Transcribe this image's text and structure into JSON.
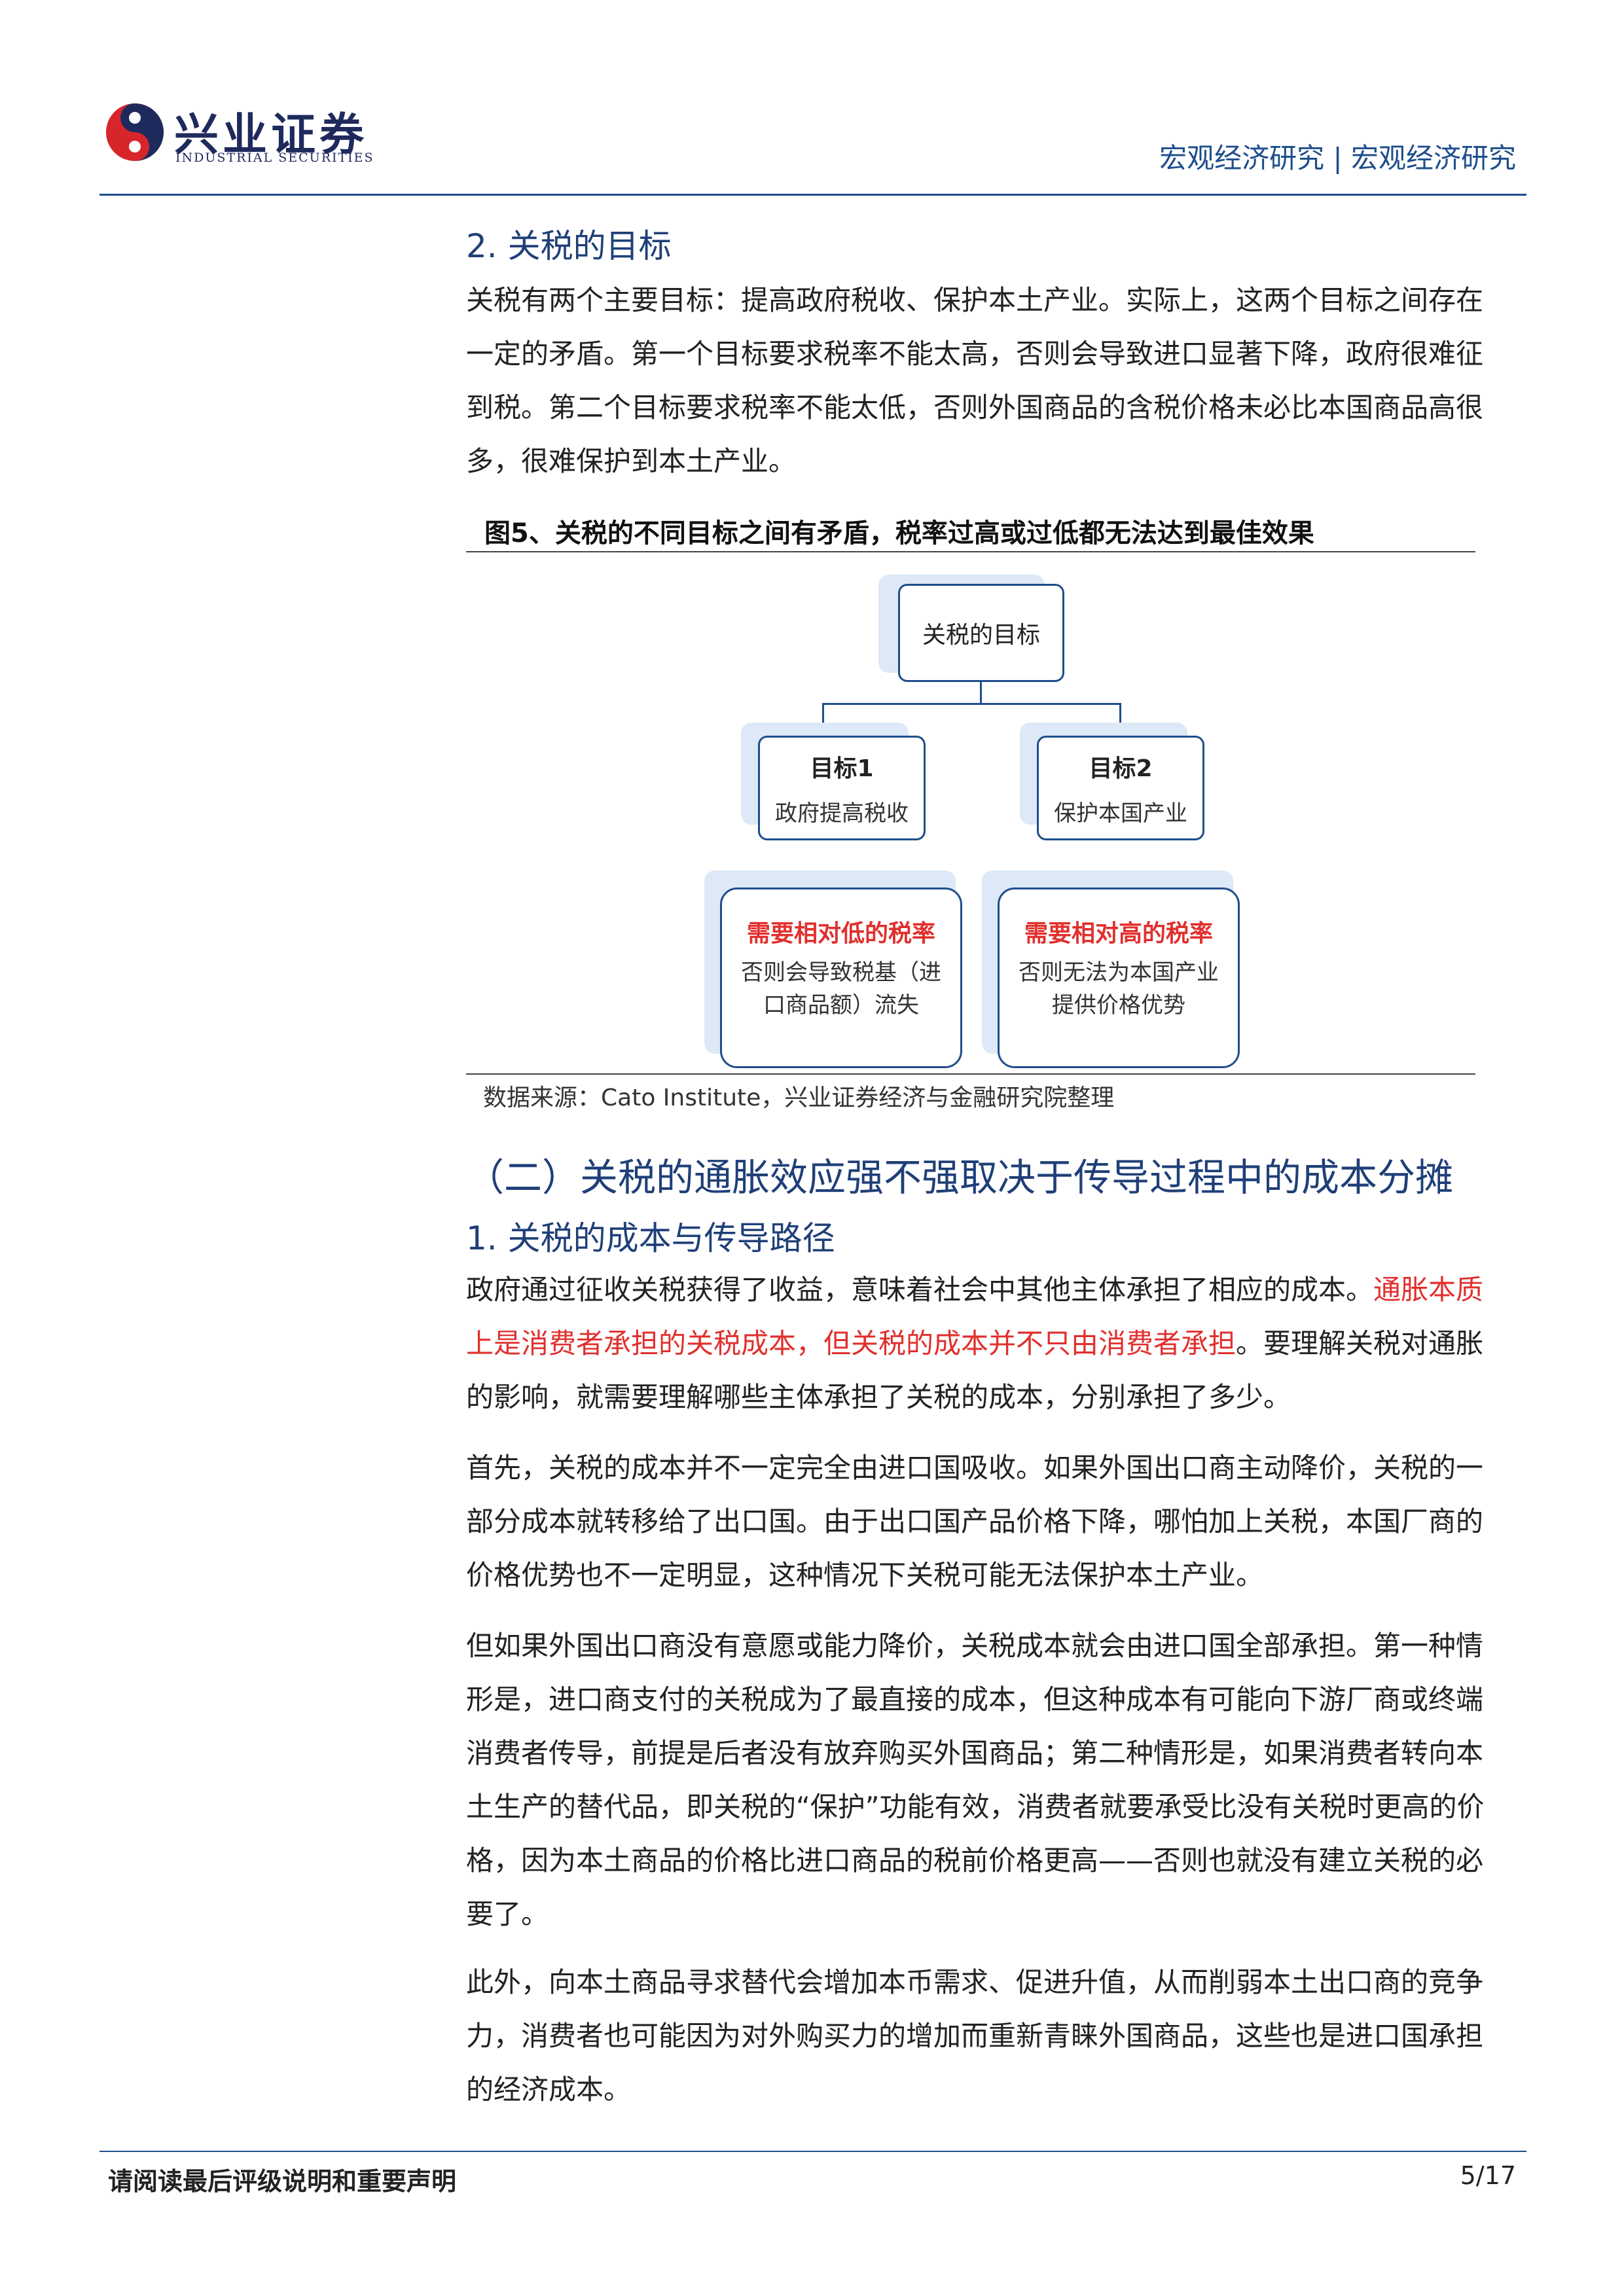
{
  "header": {
    "logo_cn": "兴业证券",
    "logo_en": "INDUSTRIAL SECURITIES",
    "section": "宏观经济研究 | 宏观经济研究"
  },
  "section1": {
    "heading": "2. 关税的目标",
    "paragraph": "关税有两个主要目标：提高政府税收、保护本土产业。实际上，这两个目标之间存在一定的矛盾。第一个目标要求税率不能太高，否则会导致进口显著下降，政府很难征到税。第二个目标要求税率不能太低，否则外国商品的含税价格未必比本国商品高很多，很难保护到本土产业。"
  },
  "figure": {
    "title": "图5、关税的不同目标之间有矛盾，税率过高或过低都无法达到最佳效果",
    "root": "关税的目标",
    "goal1_title": "目标1",
    "goal1_sub": "政府提高税收",
    "goal2_title": "目标2",
    "goal2_sub": "保护本国产业",
    "need1_title": "需要相对低的税率",
    "need1_body": "否则会导致税基（进口商品额）流失",
    "need2_title": "需要相对高的税率",
    "need2_body": "否则无法为本国产业提供价格优势",
    "source": "数据来源：Cato Institute，兴业证券经济与金融研究院整理"
  },
  "section2": {
    "heading": "（二）关税的通胀效应强不强取决于传导过程中的成本分摊",
    "sub_heading": "1. 关税的成本与传导路径",
    "p1_a": "政府通过征收关税获得了收益，意味着社会中其他主体承担了相应的成本。",
    "p1_red": "通胀本质上是消费者承担的关税成本，但关税的成本并不只由消费者承担",
    "p1_b": "。要理解关税对通胀的影响，就需要理解哪些主体承担了关税的成本，分别承担了多少。",
    "p2": "首先，关税的成本并不一定完全由进口国吸收。如果外国出口商主动降价，关税的一部分成本就转移给了出口国。由于出口国产品价格下降，哪怕加上关税，本国厂商的价格优势也不一定明显，这种情况下关税可能无法保护本土产业。",
    "p3": "但如果外国出口商没有意愿或能力降价，关税成本就会由进口国全部承担。第一种情形是，进口商支付的关税成为了最直接的成本，但这种成本有可能向下游厂商或终端消费者传导，前提是后者没有放弃购买外国商品；第二种情形是，如果消费者转向本土生产的替代品，即关税的“保护”功能有效，消费者就要承受比没有关税时更高的价格，因为本土商品的价格比进口商品的税前价格更高——否则也就没有建立关税的必要了。",
    "p4": "此外，向本土商品寻求替代会增加本币需求、促进升值，从而削弱本土出口商的竞争力，消费者也可能因为对外购买力的增加而重新青睐外国商品，这些也是进口国承担的经济成本。"
  },
  "footer": {
    "disclaimer": "请阅读最后评级说明和重要声明",
    "page": "5/17"
  },
  "colors": {
    "brand_blue": "#1f4e8c",
    "logo_red": "#d7262b",
    "highlight_red": "#e0302e"
  }
}
